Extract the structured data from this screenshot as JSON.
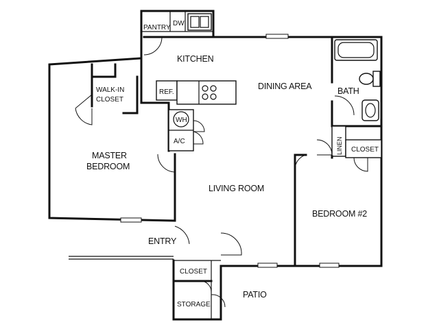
{
  "rooms": {
    "pantry": "PANTRY",
    "dishwasher": "DW",
    "kitchen": "KITCHEN",
    "dining_area": "DINING AREA",
    "bath": "BATH",
    "walk_in_closet_line1": "WALK-IN",
    "walk_in_closet_line2": "CLOSET",
    "refrigerator": "REF.",
    "water_heater": "WH",
    "air_conditioner": "A/C",
    "linen": "LINEN",
    "closet_bedroom2": "CLOSET",
    "master_bedroom_line1": "MASTER",
    "master_bedroom_line2": "BEDROOM",
    "living_room": "LIVING ROOM",
    "bedroom2": "BEDROOM #2",
    "entry": "ENTRY",
    "closet_entry": "CLOSET",
    "storage": "STORAGE",
    "patio": "PATIO"
  },
  "colors": {
    "ink": "#111111",
    "paper": "#ffffff"
  },
  "icons": {
    "sink": "double-sink-icon",
    "cooktop": "cooktop-icon",
    "tub": "bathtub-icon",
    "toilet": "toilet-icon",
    "lavatory": "lavatory-icon"
  }
}
